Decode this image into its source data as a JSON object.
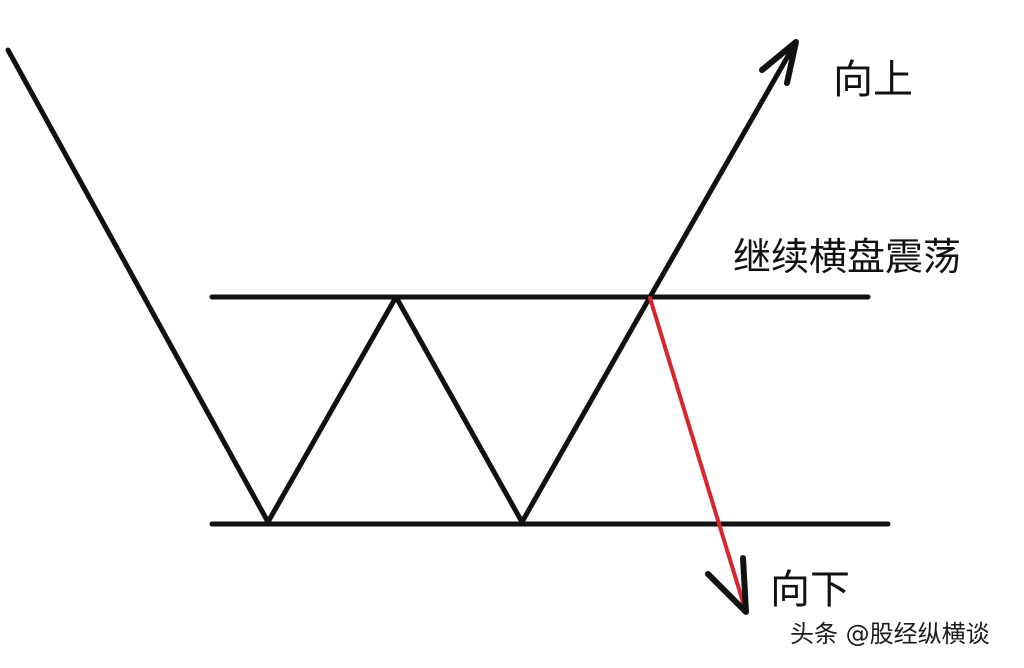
{
  "labels": {
    "up": "向上",
    "continue": "继续横盘震荡",
    "down": "向下"
  },
  "watermark": "头条 @股经纵横谈",
  "colors": {
    "line": "#111111",
    "breakdown_arrow": "#d9262c"
  }
}
